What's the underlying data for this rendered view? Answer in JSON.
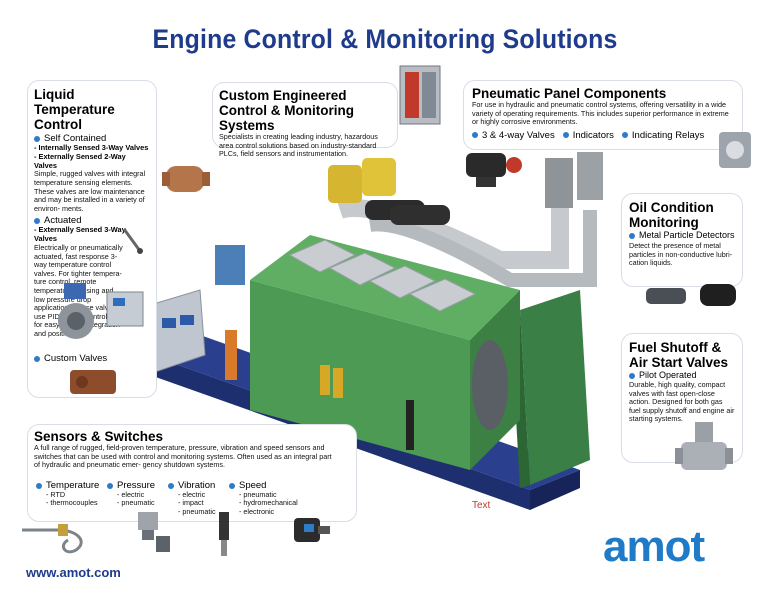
{
  "title": "Engine Control & Monitoring Solutions",
  "liquid": {
    "heading": "Liquid Temperature Control",
    "self_contained": "Self Contained",
    "internal": "- Internally Sensed 3-Way Valves",
    "external": "- Externally Sensed 2-Way Valves",
    "desc1": "Simple, rugged valves with integral temperature sensing elements.  These valves are low maintenance and may be installed in a variety of environ- ments.",
    "actuated": "Actuated",
    "ext3": "- Externally Sensed 3-Way Valves",
    "desc2": "Electrically or pneumatically actuated, fast response 3-way temperature control valves.  For tighter tempera- ture control, remote temperature sensing and low pressure drop applications, these valves use PID- based controllers for easy system integration and positioning.",
    "custom": "Custom Valves"
  },
  "custom_eng": {
    "heading": "Custom Engineered Control & Monitoring Systems",
    "desc": "Specialists in creating leading industry, hazardous area control solutions based on industry-standard PLCs, field sensors and instrumentation."
  },
  "pneumatic": {
    "heading": "Pneumatic Panel Components",
    "desc": "For use in hydraulic and pneumatic control systems, offering versatility in a wide variety of operating requirements.  This includes superior performance in extreme or highly corrosive environments.",
    "items": [
      "3 & 4-way Valves",
      "Indicators",
      "Indicating Relays"
    ]
  },
  "oil": {
    "heading": "Oil Condition Monitoring",
    "item": "Metal Particle Detectors",
    "desc": "Detect the presence of metal particles in non-conductive lubri- cation liquids."
  },
  "fuel": {
    "heading": "Fuel Shutoff & Air Start Valves",
    "item": "Pilot Operated",
    "desc": "Durable, high quality, compact valves with fast open-close action. Designed for both gas fuel supply shutoff and engine air starting systems."
  },
  "sensors": {
    "heading": "Sensors & Switches",
    "desc": "A full range of rugged, field-proven temperature, pressure, vibration and speed sensors and switches that can be used with control and monitoring systems.  Often used as an integral part of hydraulic and pneumatic emer- gency shutdown systems.",
    "cols": [
      {
        "name": "Temperature",
        "items": [
          "- RTD",
          "- thermocouples"
        ]
      },
      {
        "name": "Pressure",
        "items": [
          "- electric",
          "- pneumatic"
        ]
      },
      {
        "name": "Vibration",
        "items": [
          "- electric",
          "- impact",
          "- pneumatic"
        ]
      },
      {
        "name": "Speed",
        "items": [
          "- pneumatic",
          "- hydromechanical",
          "- electronic"
        ]
      }
    ]
  },
  "image_label": "Text",
  "url": "www.amot.com",
  "logo": "amot",
  "colors": {
    "title": "#1f3b8c",
    "bullet": "#2f7bc9",
    "logo": "#1f7ac8",
    "engine": "#3f8f4a"
  }
}
